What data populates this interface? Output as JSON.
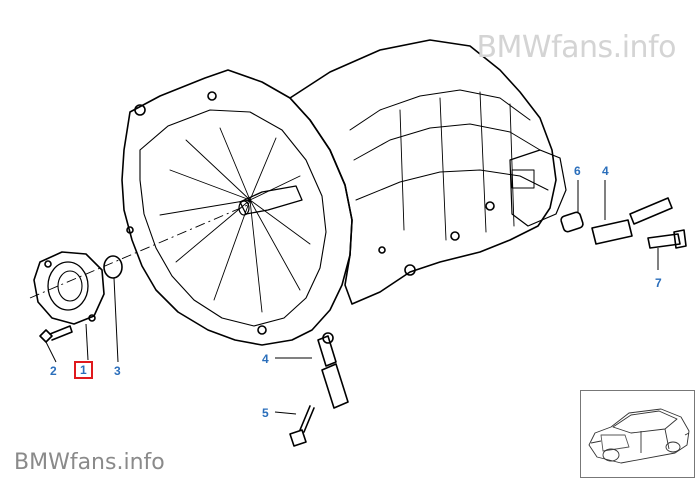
{
  "watermark": {
    "top": "BMWfans.info",
    "bottom": "BMWfans.info"
  },
  "callouts": {
    "c1": "1",
    "c2": "2",
    "c3": "3",
    "c4a": "4",
    "c4b": "4",
    "c5": "5",
    "c6": "6",
    "c7": "7"
  },
  "selected_part": "1",
  "colors": {
    "callout": "#2a6ebb",
    "selection_box": "#e0191d",
    "line_art": "#000000"
  },
  "thumbnail": {
    "icon": "car-sedan-icon"
  }
}
